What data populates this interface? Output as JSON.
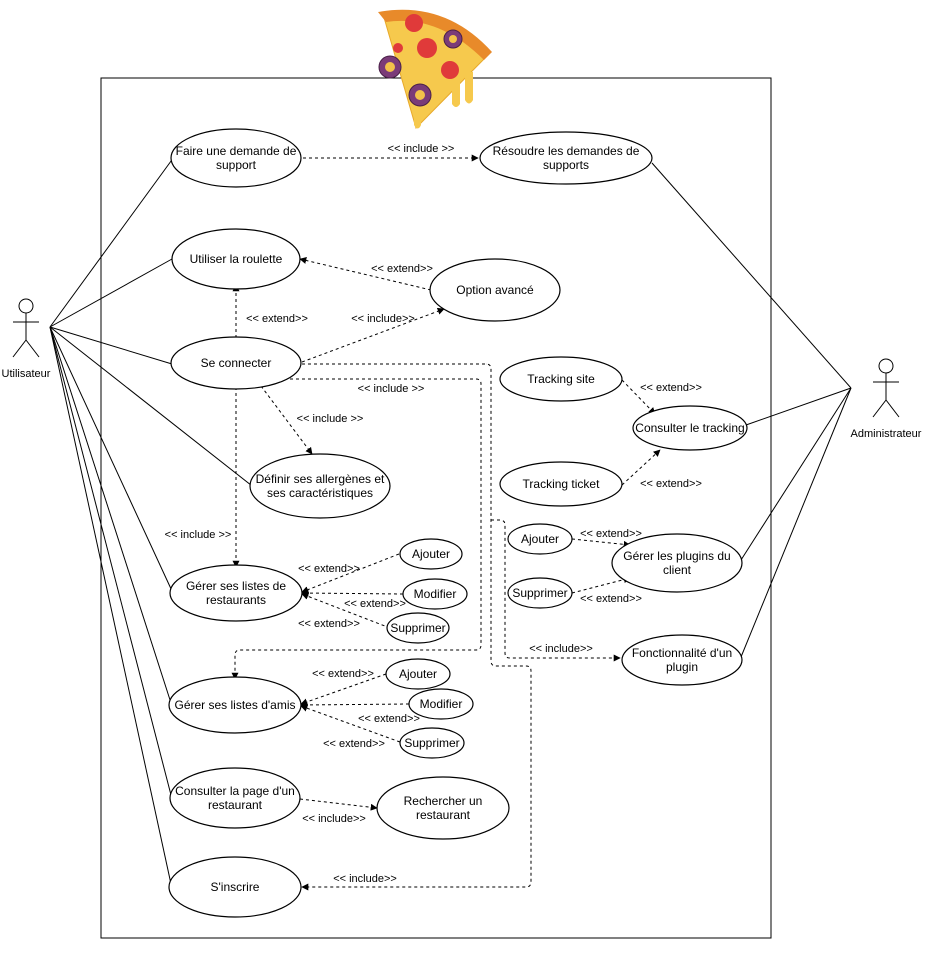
{
  "diagram": {
    "actors": {
      "user": "Utilisateur",
      "admin": "Administrateur"
    },
    "use_cases": {
      "faire_demande": [
        "Faire une demande de",
        "support"
      ],
      "resoudre": [
        "Résoudre les demandes de",
        "supports"
      ],
      "roulette": [
        "Utiliser la roulette"
      ],
      "option_avance": [
        "Option avancé"
      ],
      "se_connecter": [
        "Se connecter"
      ],
      "allergenes": [
        "Définir ses allergènes et",
        "ses caractéristiques"
      ],
      "listes_restaurants": [
        "Gérer ses listes de",
        "restaurants"
      ],
      "ajouter_r": [
        "Ajouter"
      ],
      "modifier_r": [
        "Modifier"
      ],
      "supprimer_r": [
        "Supprimer"
      ],
      "listes_amis": [
        "Gérer ses listes d'amis"
      ],
      "ajouter_a": [
        "Ajouter"
      ],
      "modifier_a": [
        "Modifier"
      ],
      "supprimer_a": [
        "Supprimer"
      ],
      "consulter_page": [
        "Consulter la page d'un",
        "restaurant"
      ],
      "rechercher": [
        "Rechercher un",
        "restaurant"
      ],
      "inscrire": [
        "S'inscrire"
      ],
      "tracking_site": [
        "Tracking site"
      ],
      "tracking_ticket": [
        "Tracking ticket"
      ],
      "consulter_tracking": [
        "Consulter le tracking"
      ],
      "ajouter_p": [
        "Ajouter"
      ],
      "supprimer_p": [
        "Supprimer"
      ],
      "plugins_client": [
        "Gérer les plugins du",
        "client"
      ],
      "fonctionnalite": [
        "Fonctionnalité d'un",
        "plugin"
      ]
    },
    "relations": {
      "include": "<< include >>",
      "include_tight": "<< include>>",
      "extend": "<< extend>>",
      "extend_spaced": "<< extend >>"
    }
  }
}
